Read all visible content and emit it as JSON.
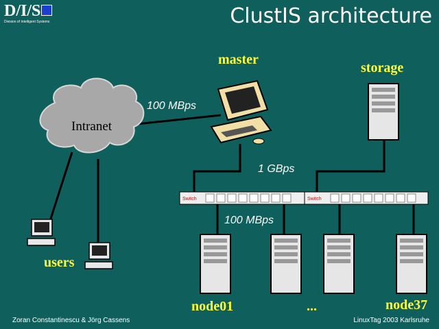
{
  "logo": {
    "text": "D/I/S",
    "subtitle": "Division of Intelligent Systems"
  },
  "title": "ClustIS architecture",
  "nodes": {
    "master": "master",
    "storage": "storage",
    "intranet": "Intranet",
    "users": "users",
    "node_first": "node01",
    "node_ellipsis": "...",
    "node_last": "node37",
    "switch_label": "Switch"
  },
  "links": {
    "intranet_master": "100 MBps",
    "backbone": "1 GBps",
    "nodes": "100 MBps"
  },
  "footer": {
    "authors": "Zoran Constantinescu & Jörg Cassens",
    "event": "LinuxTag 2003 Karlsruhe"
  },
  "colors": {
    "background": "#0f5f5c",
    "label_yellow": "#ffff33",
    "cable": "#000000"
  }
}
